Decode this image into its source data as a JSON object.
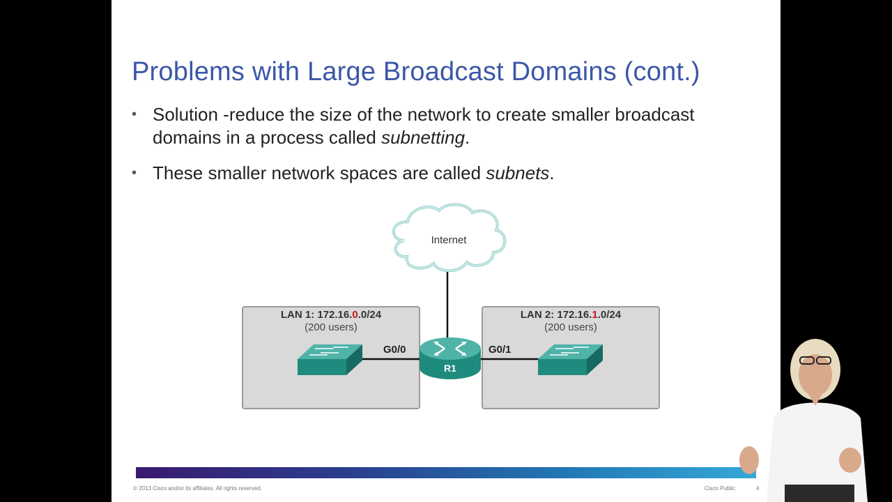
{
  "slide": {
    "title": "Problems with Large Broadcast Domains (cont.)",
    "bullets": [
      {
        "text_before": "Solution -reduce the size of the network to create smaller broadcast domains in a process called ",
        "italic": "subnetting",
        "text_after": "."
      },
      {
        "text_before": "These smaller network spaces are called ",
        "italic": "subnets",
        "text_after": "."
      }
    ],
    "bullet_symbol": "•"
  },
  "diagram": {
    "cloud_label": "Internet",
    "router_label": "R1",
    "lan1": {
      "title_prefix": "LAN 1: 172.16.",
      "title_highlight": "0",
      "title_suffix": ".0/24",
      "users": "(200 users)"
    },
    "lan2": {
      "title_prefix": "LAN 2: 172.16.",
      "title_highlight": "1",
      "title_suffix": ".0/24",
      "users": "(200 users)"
    },
    "interface_left": "G0/0",
    "interface_right": "G0/1",
    "icons": [
      "cloud-icon",
      "router-icon",
      "switch-icon"
    ],
    "colors": {
      "device": "#1f8a7e",
      "highlight": "#c0171b",
      "title": "#3b57a8"
    }
  },
  "footer": {
    "copyright": "© 2013 Cisco and/or its affiliates. All rights reserved.",
    "classification": "Cisco Public",
    "page_number": "4"
  }
}
